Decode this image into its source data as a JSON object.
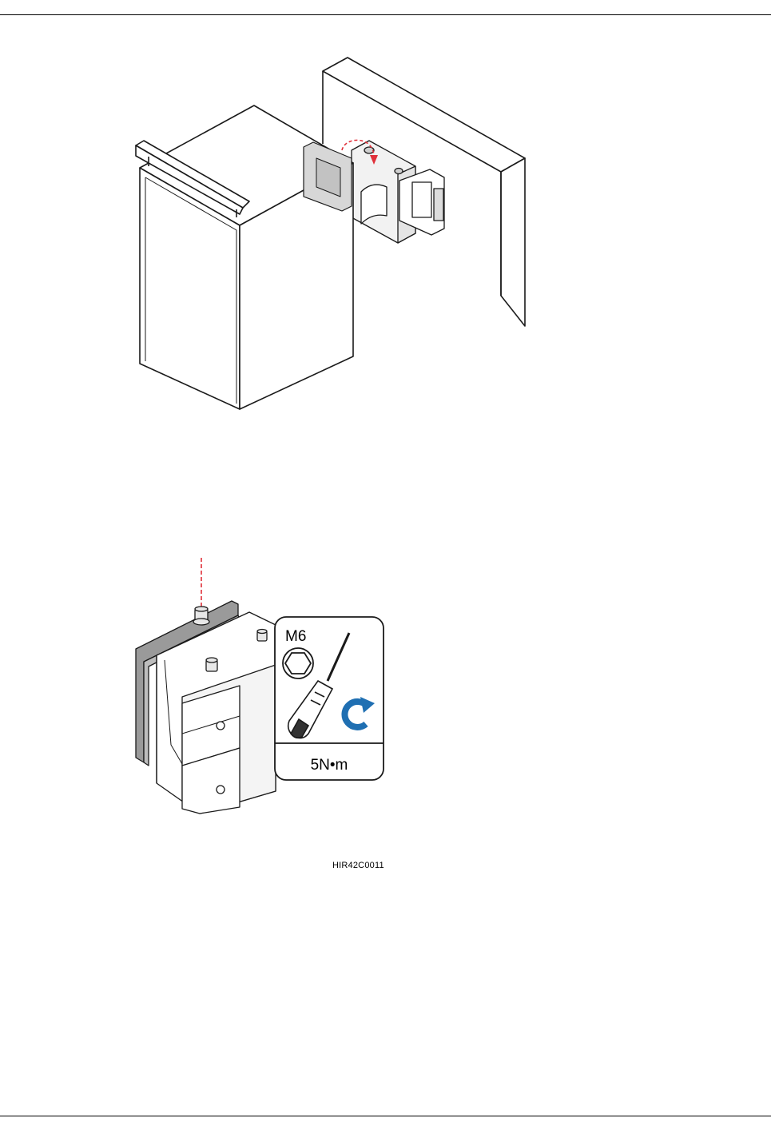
{
  "figure": {
    "bolt_size": "M6",
    "torque": "5N•m",
    "code": "HIR42C0011"
  },
  "colors": {
    "line": "#1a1a1a",
    "panel_fill": "#ffffff",
    "bracket_gray": "#9a9a9a",
    "red_dashed": "#e0303a",
    "arrow_blue": "#1f6fb2"
  },
  "icons": [
    "hex-socket-icon",
    "screwdriver-icon",
    "clockwise-rotate-icon"
  ]
}
